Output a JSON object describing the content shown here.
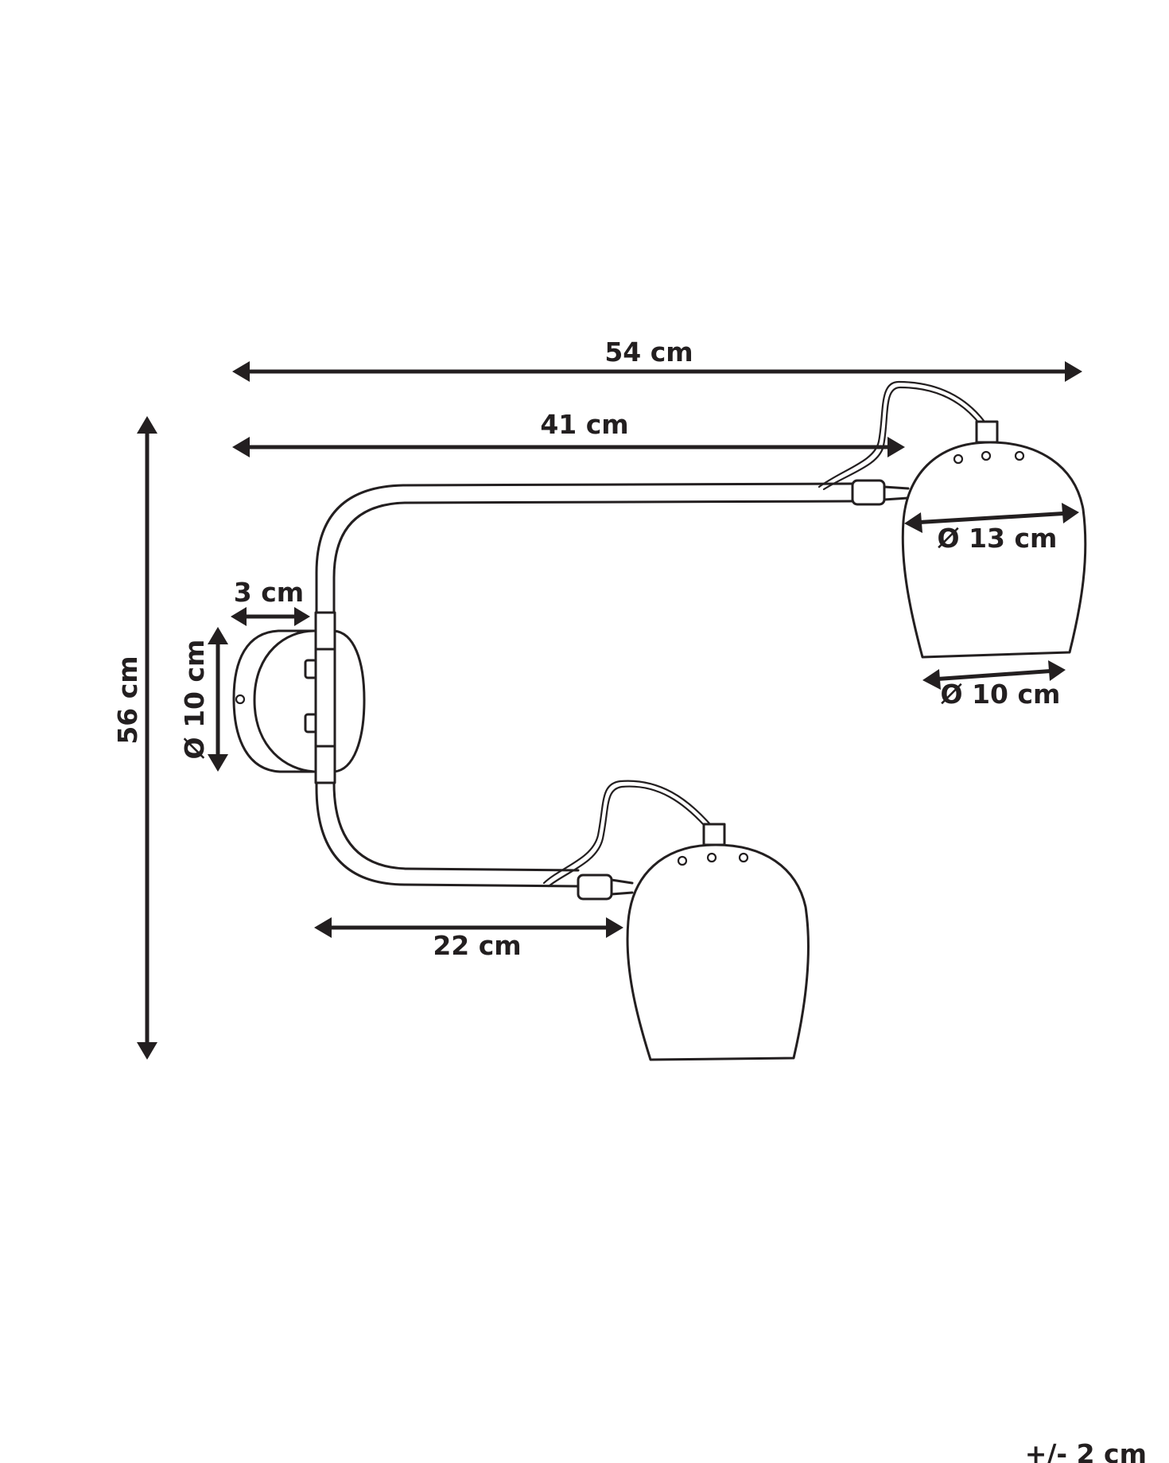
{
  "dimensions": {
    "total_width": "54 cm",
    "arm_width": "41 cm",
    "lower_arm_width": "22 cm",
    "total_height": "56 cm",
    "base_depth": "3 cm",
    "base_diameter": "Ø 10 cm",
    "shade_top_diameter": "Ø 13 cm",
    "shade_bottom_diameter": "Ø 10 cm",
    "tolerance": "+/- 2 cm"
  },
  "colors": {
    "ink": "#231f20",
    "background": "#ffffff"
  }
}
